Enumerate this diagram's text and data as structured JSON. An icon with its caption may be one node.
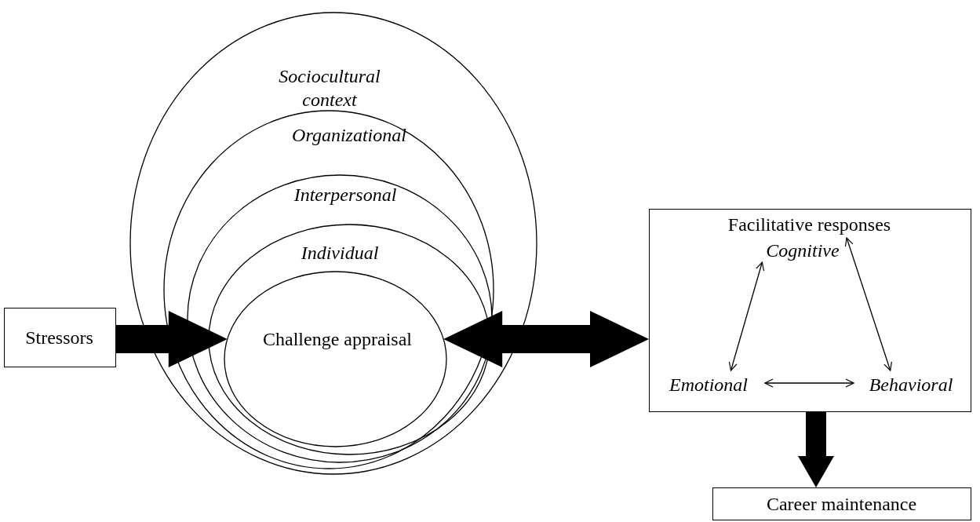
{
  "diagram": {
    "nodes": [
      {
        "text": [
          "Sociocultural context"
        ]
      },
      {
        "text": [
          "Organizational"
        ],
        "in": 0
      },
      {
        "text": [
          "Interpersonal"
        ],
        "in": 1
      },
      {
        "text": [
          "Individual"
        ],
        "in": 2
      },
      {
        "text": [
          "Challenge appraisal"
        ],
        "in": 3
      },
      {
        "text": [
          "Stressors"
        ]
      },
      {
        "text": [
          "Facilitative responses"
        ]
      },
      {
        "text": [
          "Cognitive"
        ],
        "in": 6
      },
      {
        "text": [
          "Emotional"
        ],
        "in": 6
      },
      {
        "text": [
          "Behavioral"
        ],
        "in": 6
      },
      {
        "text": [
          "Career maintenance"
        ]
      }
    ],
    "edges": [
      {
        "from": 5,
        "to": 4,
        "arrow": "to",
        "style": "thick"
      },
      {
        "from": 4,
        "to": 6,
        "arrow": "both",
        "style": "thick"
      },
      {
        "from": 6,
        "to": 10,
        "arrow": "to",
        "style": "thick"
      },
      {
        "from": 7,
        "to": 8,
        "arrow": "both"
      },
      {
        "from": 7,
        "to": 9,
        "arrow": "both"
      },
      {
        "from": 8,
        "to": 9,
        "arrow": "both"
      }
    ]
  }
}
